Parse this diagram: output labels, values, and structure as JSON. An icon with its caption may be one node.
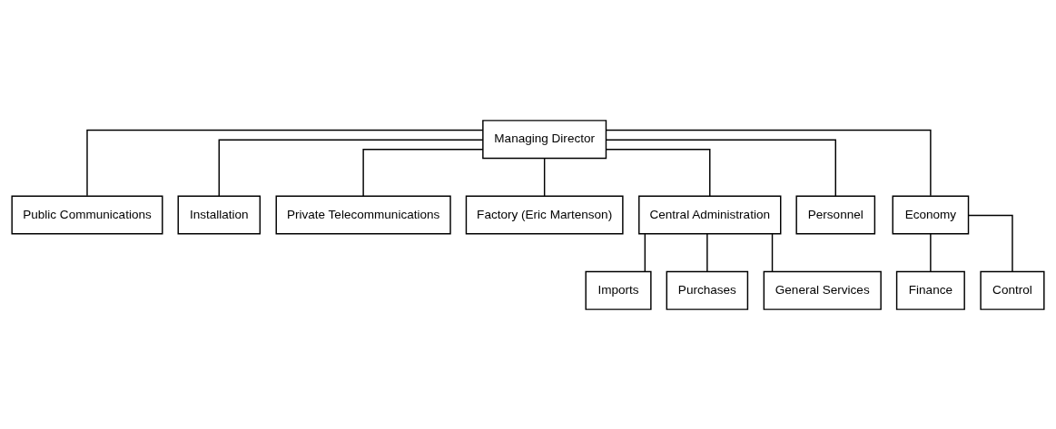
{
  "diagram": {
    "nodes": [
      {
        "text": [
          "Managing Director"
        ]
      },
      {
        "text": [
          "Public Communications"
        ]
      },
      {
        "text": [
          "Installation"
        ]
      },
      {
        "text": [
          "Private Telecommunications"
        ]
      },
      {
        "text": [
          "Factory (Eric Martenson)"
        ]
      },
      {
        "text": [
          "Central Administration"
        ]
      },
      {
        "text": [
          "Personnel"
        ]
      },
      {
        "text": [
          "Economy"
        ]
      },
      {
        "text": [
          "Imports"
        ]
      },
      {
        "text": [
          "Purchases"
        ]
      },
      {
        "text": [
          "General Services"
        ]
      },
      {
        "text": [
          "Finance"
        ]
      },
      {
        "text": [
          "Control"
        ]
      }
    ],
    "edges": [
      {
        "from": 0,
        "to": 1,
        "arrow": "none"
      },
      {
        "from": 0,
        "to": 2,
        "arrow": "none"
      },
      {
        "from": 0,
        "to": 3,
        "arrow": "none"
      },
      {
        "from": 0,
        "to": 4,
        "arrow": "none"
      },
      {
        "from": 0,
        "to": 5,
        "arrow": "none"
      },
      {
        "from": 0,
        "to": 6,
        "arrow": "none"
      },
      {
        "from": 0,
        "to": 7,
        "arrow": "none"
      },
      {
        "from": 5,
        "to": 8,
        "arrow": "none"
      },
      {
        "from": 5,
        "to": 9,
        "arrow": "none"
      },
      {
        "from": 5,
        "to": 10,
        "arrow": "none"
      },
      {
        "from": 7,
        "to": 11,
        "arrow": "none"
      },
      {
        "from": 7,
        "to": 12,
        "arrow": "none"
      }
    ]
  }
}
